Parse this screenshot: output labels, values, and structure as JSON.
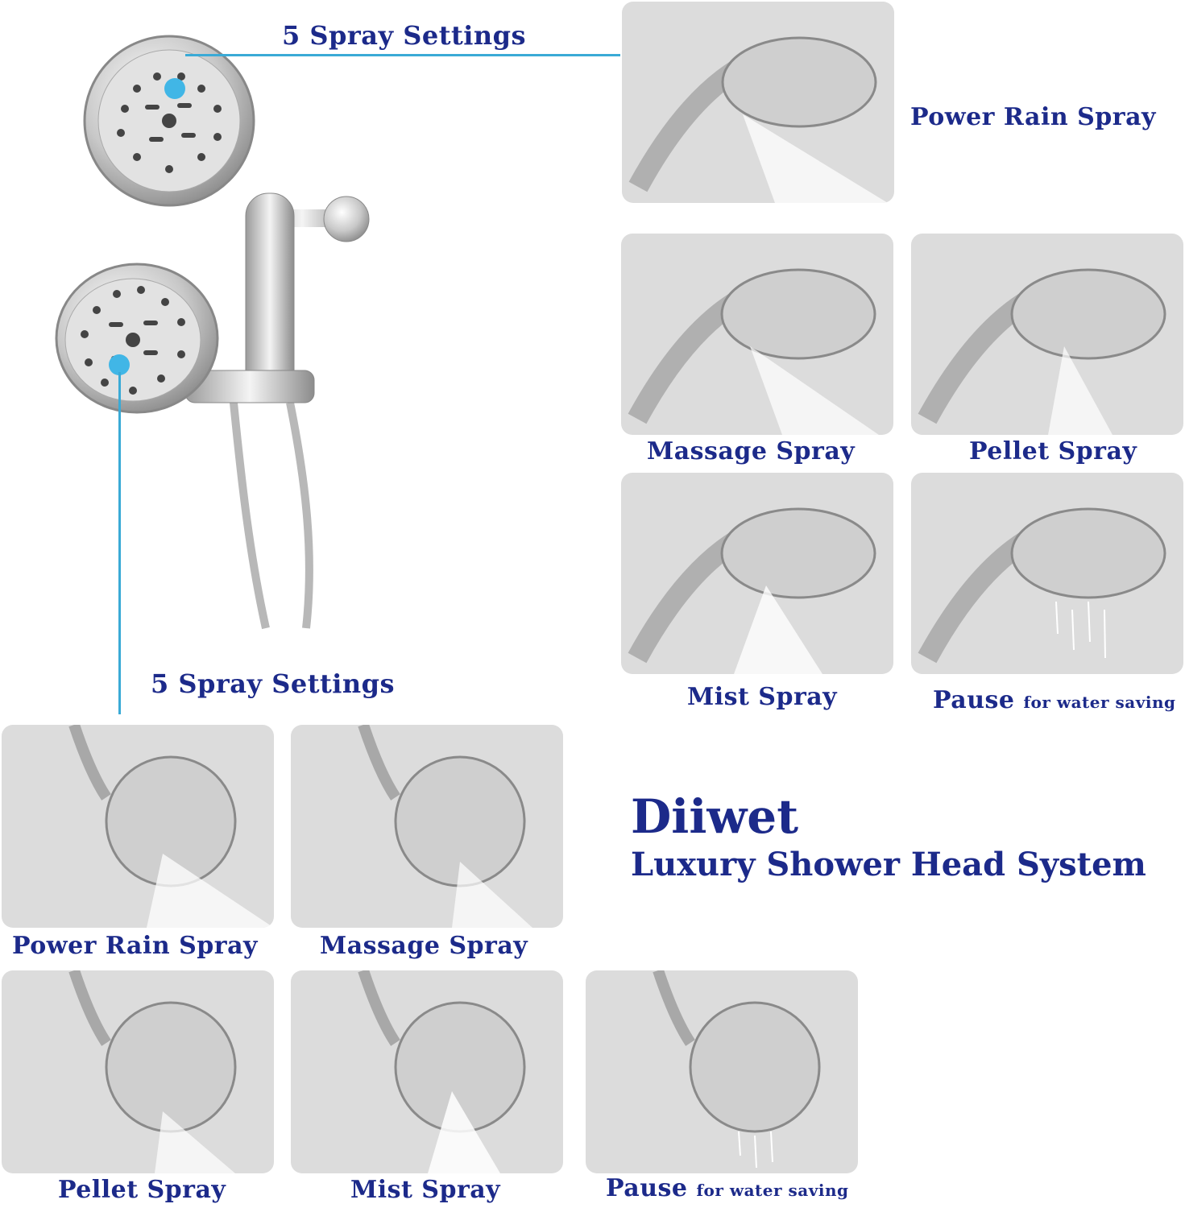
{
  "top_callout": "5 Spray Settings",
  "bottom_callout": "5 Spray Settings",
  "handheld_modes": [
    {
      "label": "Power Rain Spray"
    },
    {
      "label": "Massage Spray"
    },
    {
      "label": "Pellet Spray"
    },
    {
      "label": "Mist Spray"
    },
    {
      "label": "Pause",
      "sub": "for water saving"
    }
  ],
  "fixed_modes": [
    {
      "label": "Power Rain Spray"
    },
    {
      "label": "Massage Spray"
    },
    {
      "label": "Pellet Spray"
    },
    {
      "label": "Mist Spray"
    },
    {
      "label": "Pause",
      "sub": "for water saving"
    }
  ],
  "brand": "Diiwet",
  "tagline": "Luxury Shower Head System",
  "colors": {
    "label": "#1c2a8a",
    "callout_line": "#3aaad6",
    "dot": "#41b6e6"
  }
}
